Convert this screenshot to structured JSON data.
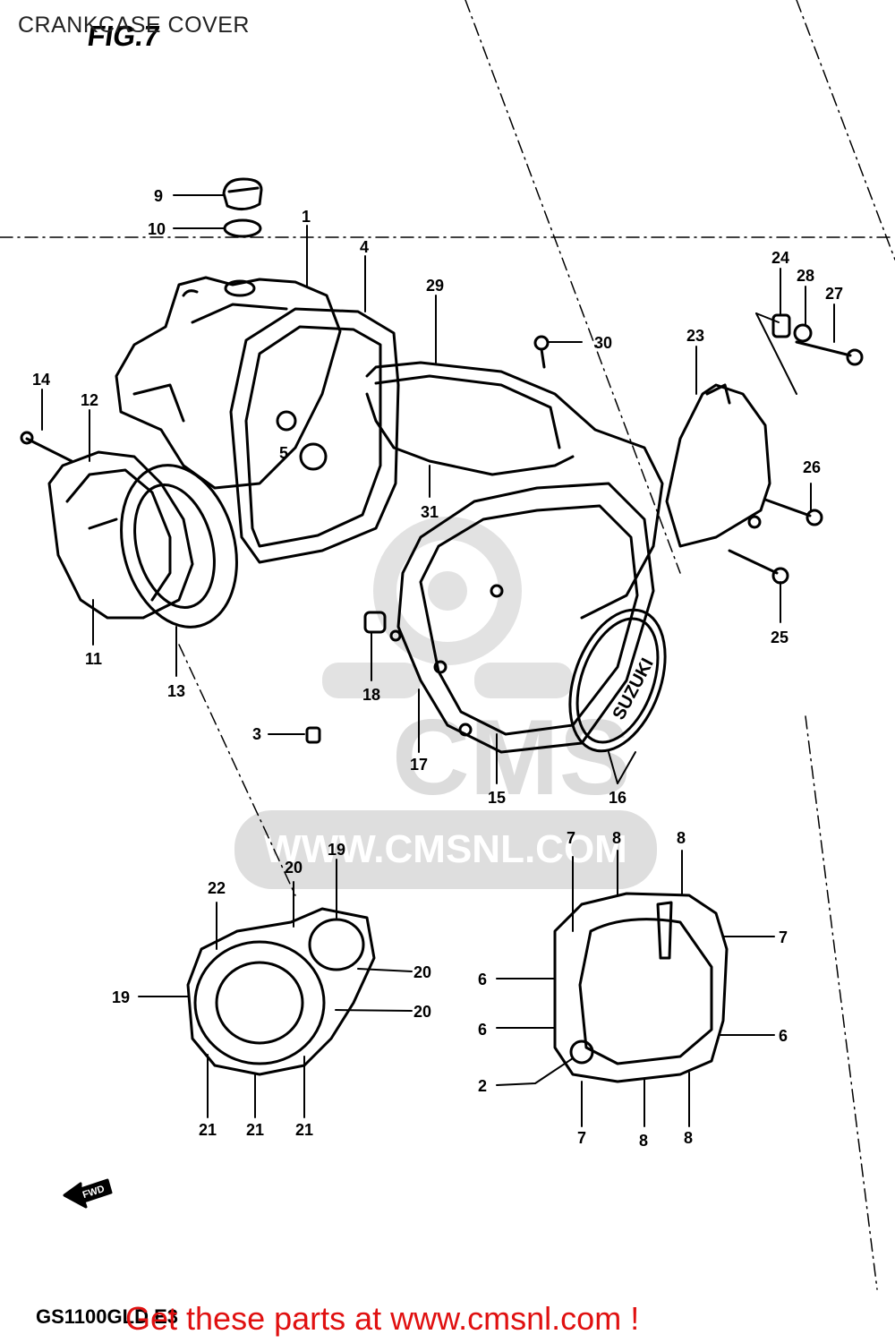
{
  "page_title": "CRANKCASE COVER",
  "fig_label": "FIG.7",
  "model_code": "GS1100GLD E3",
  "promo_text": "Get these parts at www.cmsnl.com !",
  "watermark": {
    "brand": "CMS",
    "url": "WWW.CMSNL.COM"
  },
  "cover_emblem": "SUZUKI",
  "direction_arrow": "FWD",
  "callouts": {
    "c9": "9",
    "c10": "10",
    "c1": "1",
    "c4": "4",
    "c29": "29",
    "c14": "14",
    "c12": "12",
    "c5": "5",
    "c30": "30",
    "c23": "23",
    "c24": "24",
    "c28": "28",
    "c27": "27",
    "c31": "31",
    "c26": "26",
    "c25": "25",
    "c11": "11",
    "c13": "13",
    "c18": "18",
    "c3": "3",
    "c17": "17",
    "c15": "15",
    "c16": "16",
    "l22": "22",
    "l20a": "20",
    "l19a": "19",
    "l19b": "19",
    "l20b": "20",
    "l20c": "20",
    "l21a": "21",
    "l21b": "21",
    "l21c": "21",
    "r7a": "7",
    "r8a": "8",
    "r8b": "8",
    "r7b": "7",
    "r6a": "6",
    "r6b": "6",
    "r6c": "6",
    "r2": "2",
    "r7c": "7",
    "r8c": "8",
    "r8d": "8"
  },
  "colors": {
    "line": "#000000",
    "promo": "#e01010",
    "watermark": "#dcdcdc"
  }
}
